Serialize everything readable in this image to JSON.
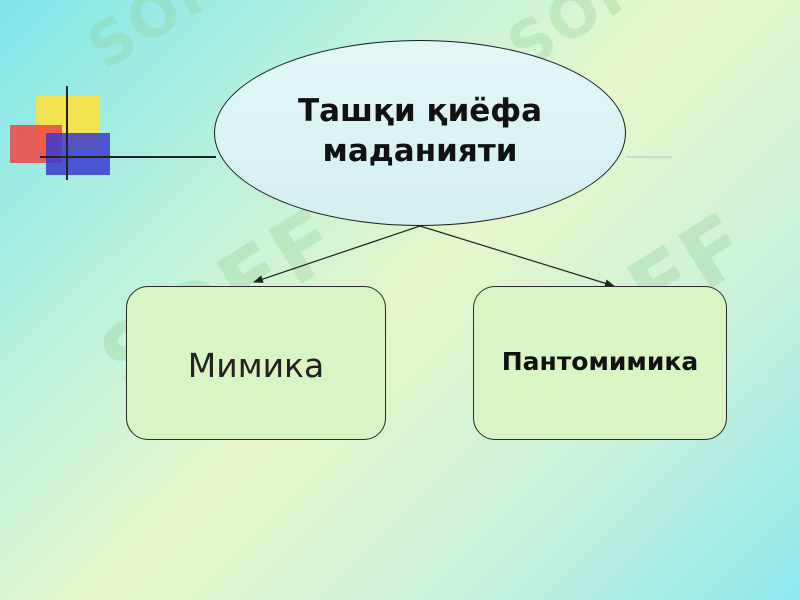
{
  "watermark": {
    "text": "SOFF"
  },
  "diagram": {
    "root": {
      "label": "Ташқи қиёфа\nмаданияти"
    },
    "children": [
      {
        "label": "Мимика"
      },
      {
        "label": "Пантомимика"
      }
    ]
  },
  "colors": {
    "ellipse_fill": "#d8f1f3",
    "box_fill": "#daf5c4",
    "outline": "#1c1c1c",
    "deco_yellow": "#f7e64a",
    "deco_red": "#f03c3c",
    "deco_blue": "#3a3ad6"
  }
}
